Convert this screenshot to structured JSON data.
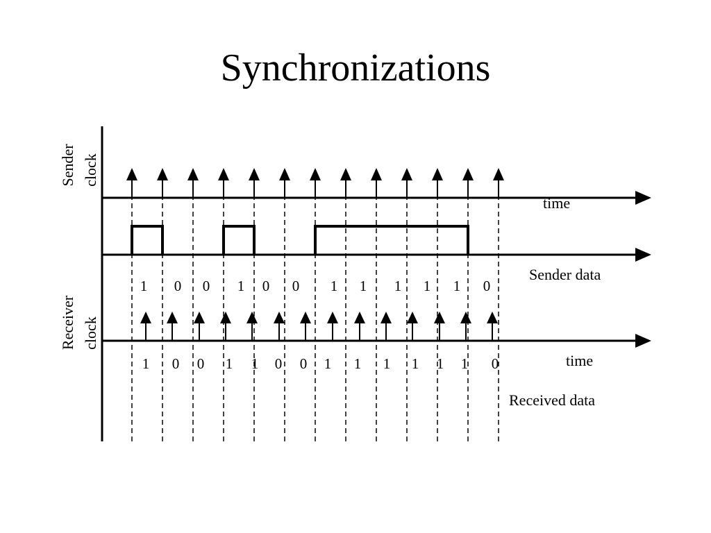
{
  "title": "Synchronizations",
  "labels": {
    "sender_clock": [
      "Sender",
      "clock"
    ],
    "receiver_clock": [
      "Receiver",
      "clock"
    ],
    "time_top": "time",
    "sender_data": "Sender data",
    "time_bottom": "time",
    "received_data": "Received data"
  },
  "sender_bits": [
    "1",
    "0",
    "0",
    "1",
    "0",
    "0",
    "1",
    "1",
    "1",
    "1",
    "1",
    "0"
  ],
  "received_bits": [
    "1",
    "0",
    "0",
    "1",
    "1",
    "0",
    "0",
    "1",
    "1",
    "1",
    "1",
    "1",
    "1",
    "0"
  ],
  "colors": {
    "ink": "#000000",
    "background": "#ffffff"
  }
}
